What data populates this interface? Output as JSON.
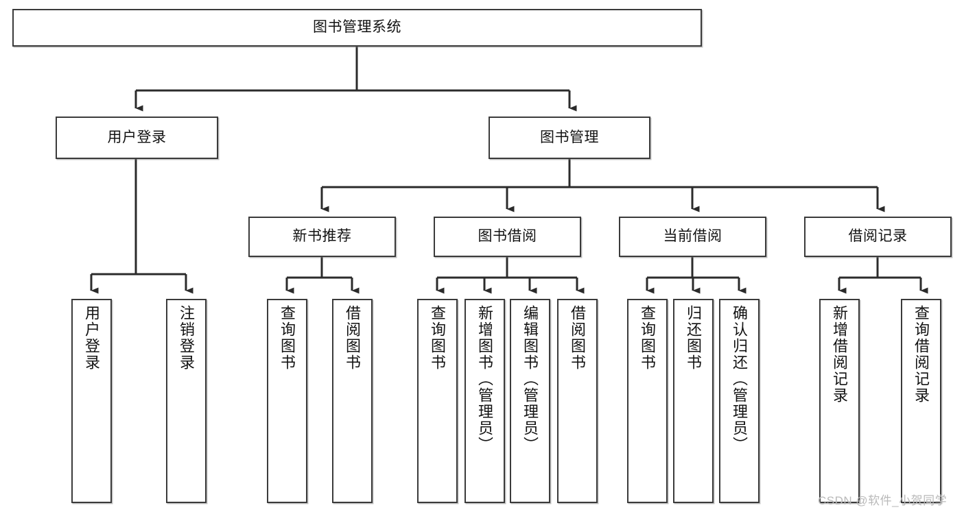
{
  "diagram": {
    "title": "图书管理系统",
    "type": "tree-hierarchy",
    "watermark": "CSDN @软件_小贺同学",
    "colors": {
      "box_border": "#3a3a3a",
      "box_fill": "#ffffff",
      "connector": "#2b2b2b",
      "text": "#121212",
      "watermark": "#b9b9b9"
    },
    "root": {
      "label": "图书管理系统"
    },
    "level2": [
      {
        "label": "用户登录"
      },
      {
        "label": "图书管理"
      }
    ],
    "level3": [
      {
        "label": "新书推荐"
      },
      {
        "label": "图书借阅"
      },
      {
        "label": "当前借阅"
      },
      {
        "label": "借阅记录"
      }
    ],
    "leaves": {
      "user_login": [
        {
          "label": "用户登录"
        },
        {
          "label": "注销登录"
        }
      ],
      "new_book_recommend": [
        {
          "label": "查询图书"
        },
        {
          "label": "借阅图书"
        }
      ],
      "book_borrow": [
        {
          "label": "查询图书"
        },
        {
          "label": "新增图书（管理员）"
        },
        {
          "label": "编辑图书（管理员）"
        },
        {
          "label": "借阅图书"
        }
      ],
      "current_borrow": [
        {
          "label": "查询图书"
        },
        {
          "label": "归还图书"
        },
        {
          "label": "确认归还（管理员）"
        }
      ],
      "borrow_record": [
        {
          "label": "新增借阅记录"
        },
        {
          "label": "查询借阅记录"
        }
      ]
    }
  }
}
